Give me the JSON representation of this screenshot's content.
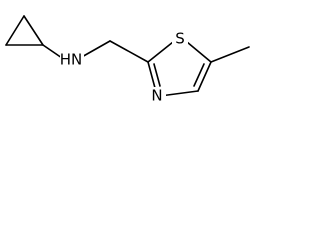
{
  "diagram": {
    "atoms": {
      "amine_nitrogen": "HN",
      "thiazole_sulfur": "S",
      "thiazole_nitrogen": "N"
    },
    "colors": {
      "ink": "#000000",
      "background": "#ffffff"
    }
  }
}
